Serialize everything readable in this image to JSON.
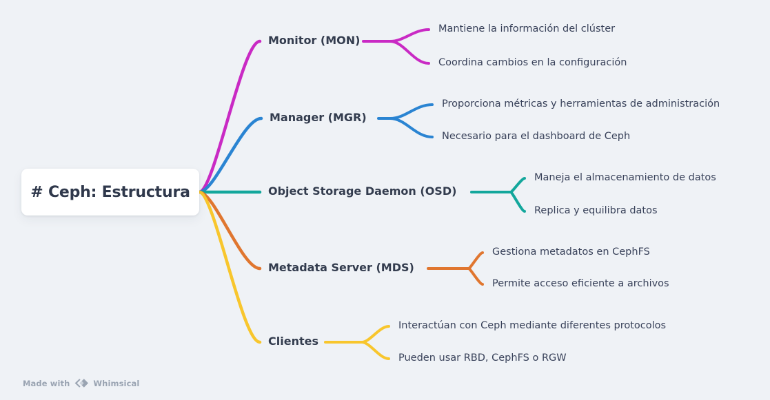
{
  "canvas": {
    "background_color": "#eff2f6",
    "text_color": "#333c4e"
  },
  "root": {
    "title": "# Ceph: Estructura"
  },
  "branches": [
    {
      "label": "Monitor (MON)",
      "color": "#c92ac4",
      "children": [
        "Mantiene la información del clúster",
        "Coordina cambios en la configuración"
      ]
    },
    {
      "label": "Manager (MGR)",
      "color": "#2a84d2",
      "children": [
        "Proporciona métricas y herramientas de administración",
        "Necesario para el dashboard de Ceph"
      ]
    },
    {
      "label": "Object Storage Daemon (OSD)",
      "color": "#13a79c",
      "children": [
        "Maneja el almacenamiento de datos",
        "Replica y equilibra datos"
      ]
    },
    {
      "label": "Metadata Server (MDS)",
      "color": "#e0762f",
      "children": [
        "Gestiona metadatos en CephFS",
        "Permite acceso eficiente a archivos"
      ]
    },
    {
      "label": "Clientes",
      "color": "#f8c62d",
      "children": [
        "Interactúan con Ceph mediante diferentes protocolos",
        "Pueden usar RBD, CephFS o RGW"
      ]
    }
  ],
  "watermark": {
    "prefix": "Made with",
    "brand": "Whimsical",
    "color": "#9aa4b2"
  }
}
